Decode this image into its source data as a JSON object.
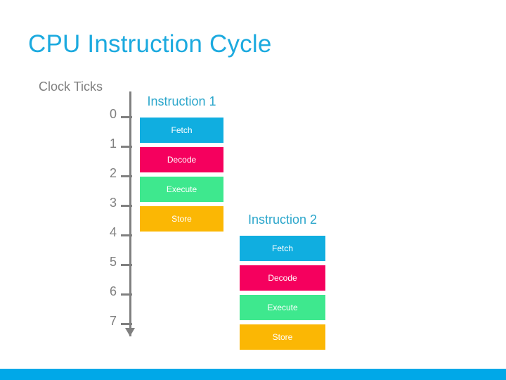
{
  "slide": {
    "title": "CPU Instruction Cycle",
    "title_color": "#1CAADF",
    "background": "#ffffff"
  },
  "axis": {
    "label": "Clock Ticks",
    "label_color": "#808080",
    "line_color": "#808080",
    "ticks": [
      "0",
      "1",
      "2",
      "3",
      "4",
      "5",
      "6",
      "7"
    ],
    "arrow": "down-arrow"
  },
  "instructions": [
    {
      "title": "Instruction 1",
      "title_color": "#2BA6CB",
      "start_tick": 0,
      "stages": [
        {
          "label": "Fetch",
          "color": "#10AEE0",
          "tick": 0
        },
        {
          "label": "Decode",
          "color": "#F5005E",
          "tick": 1
        },
        {
          "label": "Execute",
          "color": "#3EE88E",
          "tick": 2
        },
        {
          "label": "Store",
          "color": "#FBB704",
          "tick": 3
        }
      ]
    },
    {
      "title": "Instruction 2",
      "title_color": "#2BA6CB",
      "start_tick": 4,
      "stages": [
        {
          "label": "Fetch",
          "color": "#10AEE0",
          "tick": 4
        },
        {
          "label": "Decode",
          "color": "#F5005E",
          "tick": 5
        },
        {
          "label": "Execute",
          "color": "#3EE88E",
          "tick": 6
        },
        {
          "label": "Store",
          "color": "#FBB704",
          "tick": 7
        }
      ]
    }
  ],
  "footer": {
    "band_color": "#00A8E8"
  }
}
